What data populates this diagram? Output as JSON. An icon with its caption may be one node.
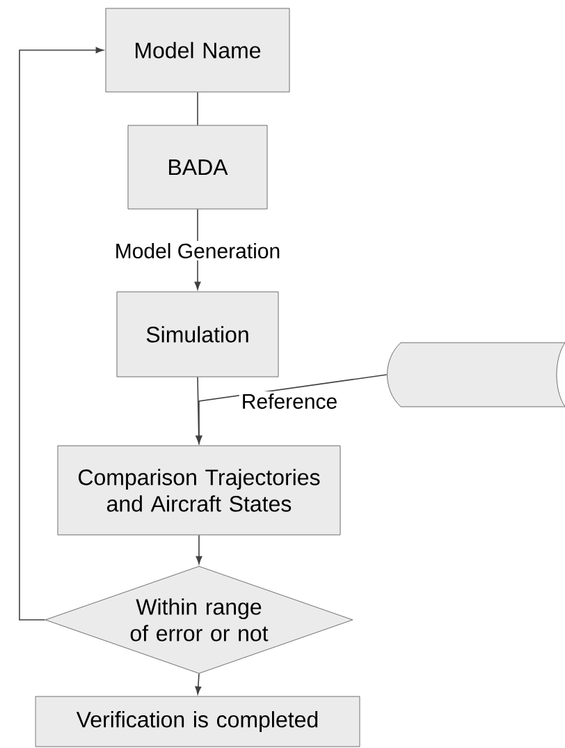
{
  "diagram": {
    "nodes": [
      {
        "text": [
          "Model Name"
        ]
      },
      {
        "text": [
          "BADA"
        ]
      },
      {
        "text": [
          "Simulation"
        ]
      },
      {
        "text": [],
        "shape": "cylinder"
      },
      {
        "text": [
          "Comparison Trajectories and Aircraft States"
        ]
      },
      {
        "text": [
          "Within range of error or not"
        ]
      },
      {
        "text": [
          "Verification is completed"
        ]
      }
    ],
    "edges": [
      {
        "from": 0,
        "to": 1,
        "arrow": "none"
      },
      {
        "from": 1,
        "to": 2,
        "arrow": "to",
        "label": "Model Generation"
      },
      {
        "from": 2,
        "to": 4,
        "arrow": "to"
      },
      {
        "from": 3,
        "to": 4,
        "arrow": "to",
        "label": "Reference"
      },
      {
        "from": 4,
        "to": 5,
        "arrow": "to"
      },
      {
        "from": 5,
        "to": 0,
        "arrow": "to"
      },
      {
        "from": 5,
        "to": 6,
        "arrow": "to"
      }
    ]
  }
}
